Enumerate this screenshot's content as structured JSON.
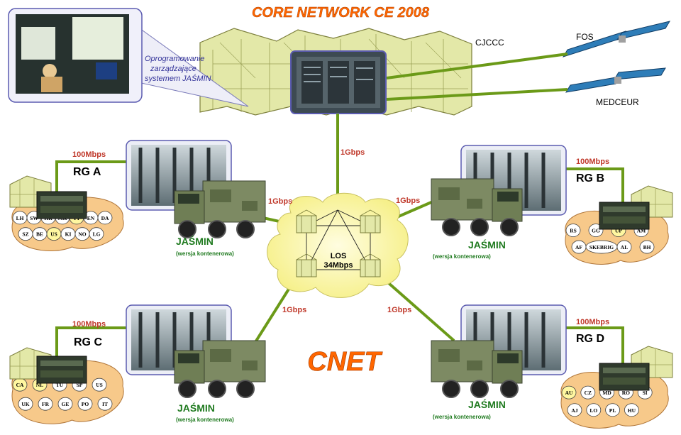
{
  "title": "CORE NETWORK CE 2008",
  "photo_caption": [
    "Oprogramowanie",
    "zarządzające",
    "systemem JAŚMIN"
  ],
  "cjccc": "CJCCC",
  "sat_fos": "FOS",
  "sat_medceur": "MEDCEUR",
  "link_core": "1Gbps",
  "cloud": [
    "LOS",
    "34Mbps"
  ],
  "cnet": "CNET",
  "colors": {
    "title": "#ff6600",
    "link": "#6b9a18",
    "label_red": "#c0392b",
    "tent": "#e3e8a8",
    "cloud": "#fbf7b0",
    "blob": "#f7c98a",
    "jasmin": "#1f7a1f"
  },
  "rgs": [
    {
      "name": "RG A",
      "uplink": "100Mbps",
      "link": "1Gbps",
      "jasmin": "JAŚMIN",
      "jasmin_sub": "(wersja kontenerowa)",
      "nations": [
        "LH",
        "SW",
        "HR",
        "MK",
        "FI",
        "EN",
        "DA",
        "SZ",
        "BE",
        "US",
        "KI",
        "NO",
        "LG"
      ]
    },
    {
      "name": "RG B",
      "uplink": "100Mbps",
      "link": "1Gbps",
      "jasmin": "JAŚMIN",
      "jasmin_sub": "(wersja kontenerowa)",
      "nations": [
        "RS",
        "GG",
        "UP",
        "AM",
        "AF",
        "SKEBRIG",
        "AL",
        "BH"
      ]
    },
    {
      "name": "RG C",
      "uplink": "100Mbps",
      "link": "1Gbps",
      "jasmin": "JAŚMIN",
      "jasmin_sub": "(wersja kontenerowa)",
      "nations": [
        "CA",
        "NL",
        "TU",
        "SP",
        "US",
        "UK",
        "FR",
        "GE",
        "PO",
        "IT"
      ]
    },
    {
      "name": "RG D",
      "uplink": "100Mbps",
      "link": "1Gbps",
      "jasmin": "JAŚMIN",
      "jasmin_sub": "(wersja kontenerowa)",
      "nations": [
        "AU",
        "CZ",
        "MD",
        "RO",
        "SI",
        "AJ",
        "LO",
        "PL",
        "HU"
      ]
    }
  ]
}
